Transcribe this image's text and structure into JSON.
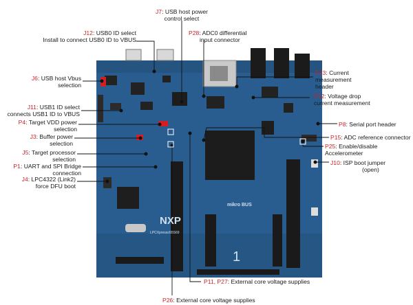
{
  "colors": {
    "board": "#2a5d8f",
    "board_dark": "#1d4a76",
    "ref_red": "#d21f26",
    "leader": "#111111"
  },
  "silkscreen": {
    "logo": "NXP",
    "mikrobus": "mikro BUS",
    "board_name": "LPCXpresso55S69",
    "slot_number": "1"
  },
  "callouts": [
    {
      "id": "j7",
      "ref": "J7",
      "text": "USB host power",
      "text2": "control select"
    },
    {
      "id": "j12",
      "ref": "J12",
      "text": "USB0 ID select",
      "text2": "Install to connect USB0 ID to VBUS"
    },
    {
      "id": "p28",
      "ref": "P28",
      "text": "ADC0 differential",
      "text2": "input connector"
    },
    {
      "id": "j6",
      "ref": "J6",
      "text": "USB host Vbus",
      "text2": "selection"
    },
    {
      "id": "p13",
      "ref": "P13",
      "text": "Current",
      "text2": "measurement",
      "text3": "header"
    },
    {
      "id": "p12",
      "ref": "P12",
      "text": "Voltage drop",
      "text2": "current measurement"
    },
    {
      "id": "j11",
      "ref": "J11",
      "text": "USB1 ID select",
      "text2": "connects USB1 ID to VBUS"
    },
    {
      "id": "p4",
      "ref": "P4",
      "text": "Target VDD power",
      "text2": "selection"
    },
    {
      "id": "p8",
      "ref": "P8",
      "text": "Serial port header"
    },
    {
      "id": "j3",
      "ref": "J3",
      "text": "Buffer power",
      "text2": "selection"
    },
    {
      "id": "p15",
      "ref": "P15",
      "text": "ADC reference connector"
    },
    {
      "id": "p25",
      "ref": "P25",
      "text": "Enable/disable",
      "text2": "Accelerometer"
    },
    {
      "id": "j5",
      "ref": "J5",
      "text": "Target processor",
      "text2": "selection"
    },
    {
      "id": "p1",
      "ref": "P1",
      "text": "UART and SPI Bridge",
      "text2": "connection"
    },
    {
      "id": "j10",
      "ref": "J10",
      "text": "ISP boot jumper",
      "text2": "(open)"
    },
    {
      "id": "j4",
      "ref": "J4",
      "text": "LPC4322 (Link2)",
      "text2": "force DFU boot"
    },
    {
      "id": "p11",
      "ref": "P11, P27",
      "text": "External core voltage supplies"
    },
    {
      "id": "p26",
      "ref": "P26",
      "text": "External core voltage supplies"
    }
  ]
}
